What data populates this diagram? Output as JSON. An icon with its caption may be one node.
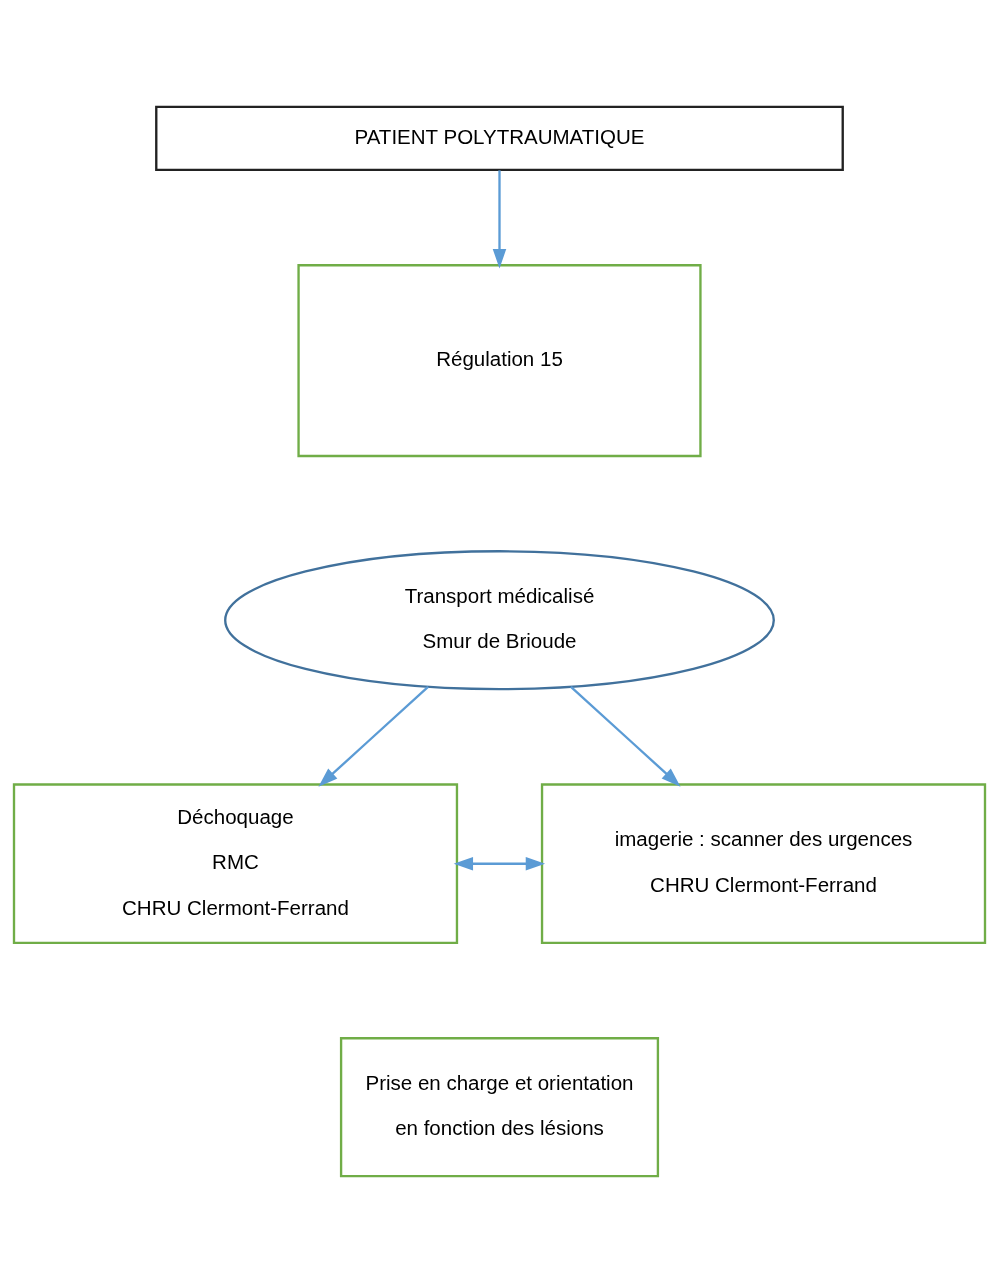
{
  "diagram": {
    "nodes": [
      {
        "text": [
          "PATIENT POLYTRAUMATIQUE"
        ]
      },
      {
        "text": [
          "Régulation 15"
        ]
      },
      {
        "text": [
          "Transport médicalisé",
          "Smur de Brioude"
        ]
      },
      {
        "text": [
          "Déchoquage",
          "RMC",
          "CHRU Clermont-Ferrand"
        ]
      },
      {
        "text": [
          "imagerie : scanner des urgences",
          "CHRU Clermont-Ferrand"
        ]
      },
      {
        "text": [
          "Prise en charge et orientation en fonction des lésions"
        ]
      }
    ],
    "edges": [
      {
        "from": 0,
        "to": 1,
        "arrow": "to"
      },
      {
        "from": 2,
        "to": 3,
        "arrow": "to"
      },
      {
        "from": 2,
        "to": 4,
        "arrow": "to"
      },
      {
        "from": 3,
        "to": 4,
        "arrow": "both"
      }
    ]
  }
}
